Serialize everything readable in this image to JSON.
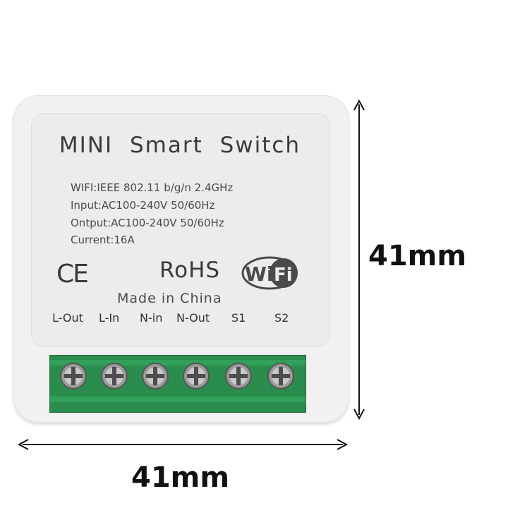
{
  "device": {
    "title": "MINI Smart Switch",
    "specs": [
      "WIFI:IEEE 802.11 b/g/n 2.4GHz",
      "Input:AC100-240V 50/60Hz",
      "Ontput:AC100-240V 50/60Hz",
      "Current:16A"
    ],
    "ce_mark": "CE",
    "rohs": "RoHS",
    "wifi_logo": "WiFi",
    "made_in": "Made in China",
    "terminals": [
      "L-Out",
      "L-In",
      "N-in",
      "N-Out",
      "S1",
      "S2"
    ]
  },
  "dimensions": {
    "width": "41mm",
    "height": "41mm"
  },
  "colors": {
    "terminal_green": "#2b8d4d",
    "casing": "#f1f1f1",
    "text": "#3a3a3a"
  },
  "icons": [
    "ce-mark-icon",
    "wifi-logo-icon",
    "screw-icon",
    "dimension-arrow-icon"
  ]
}
